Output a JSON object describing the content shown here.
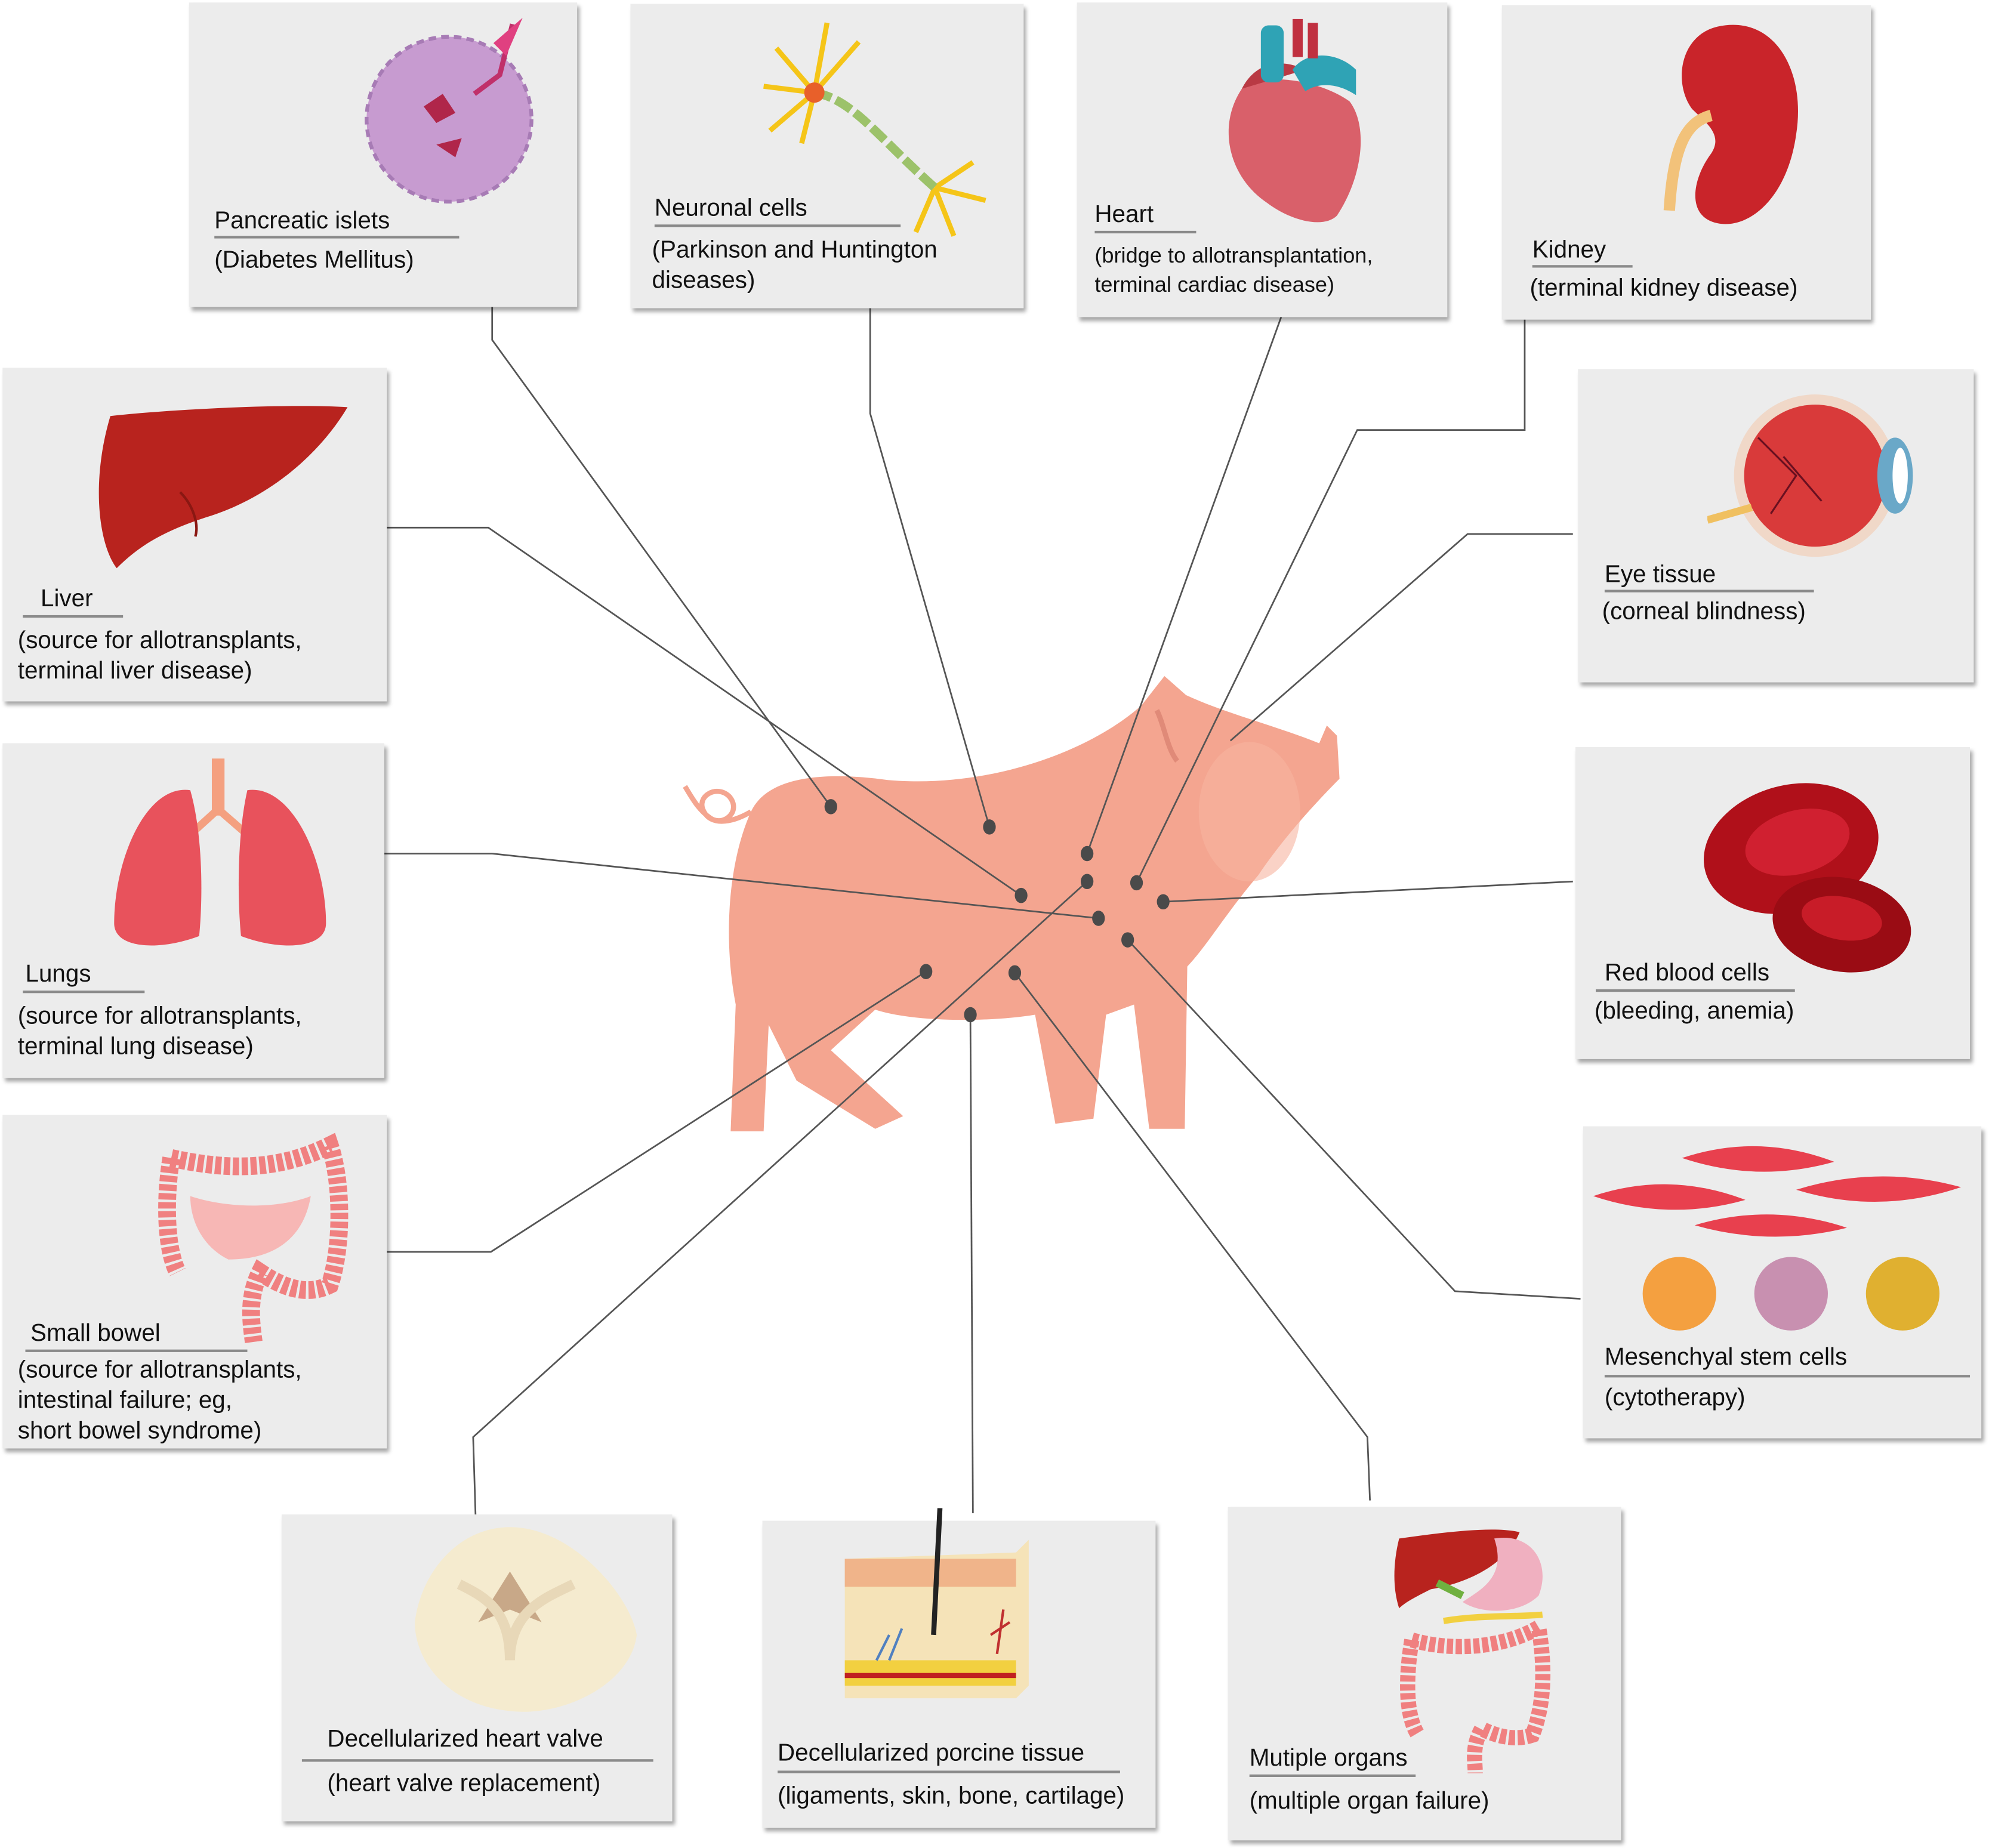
{
  "panels": {
    "pancreatic": {
      "label": "Pancreatic islets",
      "desc": [
        "(Diabetes Mellitus)"
      ]
    },
    "neuronal": {
      "label": "Neuronal cells",
      "desc": [
        "(Parkinson and Huntington",
        "diseases)"
      ]
    },
    "heart": {
      "label": "Heart",
      "desc": [
        "(bridge to allotransplantation,",
        "terminal cardiac disease)"
      ]
    },
    "kidney": {
      "label": "Kidney",
      "desc": [
        "(terminal kidney disease)"
      ]
    },
    "liver": {
      "label": "Liver",
      "desc": [
        "(source for allotransplants,",
        "terminal liver disease)"
      ]
    },
    "lungs": {
      "label": "Lungs",
      "desc": [
        "(source for allotransplants,",
        "terminal lung disease)"
      ]
    },
    "small_bowel": {
      "label": "Small bowel",
      "desc": [
        "(source for allotransplants,",
        "intestinal failure; eg,",
        "short bowel syndrome)"
      ]
    },
    "eye": {
      "label": "Eye tissue",
      "desc": [
        "(corneal blindness)"
      ]
    },
    "rbc": {
      "label": "Red blood cells",
      "desc": [
        "(bleeding, anemia)"
      ]
    },
    "msc": {
      "label": "Mesenchyal stem cells",
      "desc": [
        "(cytotherapy)"
      ]
    },
    "heart_valve": {
      "label": "Decellularized heart valve",
      "desc": [
        "(heart valve replacement)"
      ]
    },
    "porcine_tissue": {
      "label": "Decellularized porcine tissue",
      "desc": [
        "(ligaments, skin, bone, cartilage)"
      ]
    },
    "multiple_organs": {
      "label": "Mutiple organs",
      "desc": [
        "(multiple organ failure)"
      ]
    }
  },
  "colors": {
    "panel_bg": "#ececec",
    "pig": "#f4a590",
    "connector": "#555555",
    "dot": "#4a4a4a"
  }
}
